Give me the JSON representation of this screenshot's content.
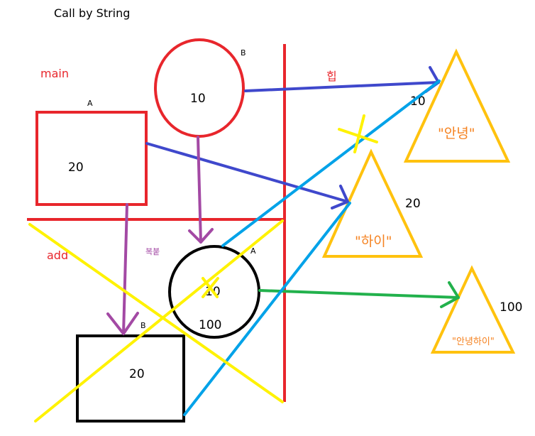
{
  "title": "Call by String",
  "labels": {
    "main": "main",
    "add": "add",
    "heap": "힙",
    "copy": "복붙"
  },
  "stack_main": {
    "rect_label": "A",
    "rect_value": "20",
    "circle_label": "B",
    "circle_value": "10"
  },
  "stack_add": {
    "circle_label": "A",
    "circle_old_value": "10",
    "circle_new_value": "100",
    "rect_label": "B",
    "rect_value": "20"
  },
  "heap_objects": [
    {
      "text": "\"안녕\"",
      "address": "10"
    },
    {
      "text": "\"하이\"",
      "address": "20"
    },
    {
      "text": "\"안녕하이\"",
      "address": "100"
    }
  ],
  "colors": {
    "red": "#e8262c",
    "black": "#000000",
    "yellow": "#fff200",
    "gold": "#ffc20e",
    "orange": "#f58220",
    "blue": "#3f48cc",
    "cyan": "#00a2e8",
    "green": "#22b14c",
    "purple": "#a349a4"
  }
}
